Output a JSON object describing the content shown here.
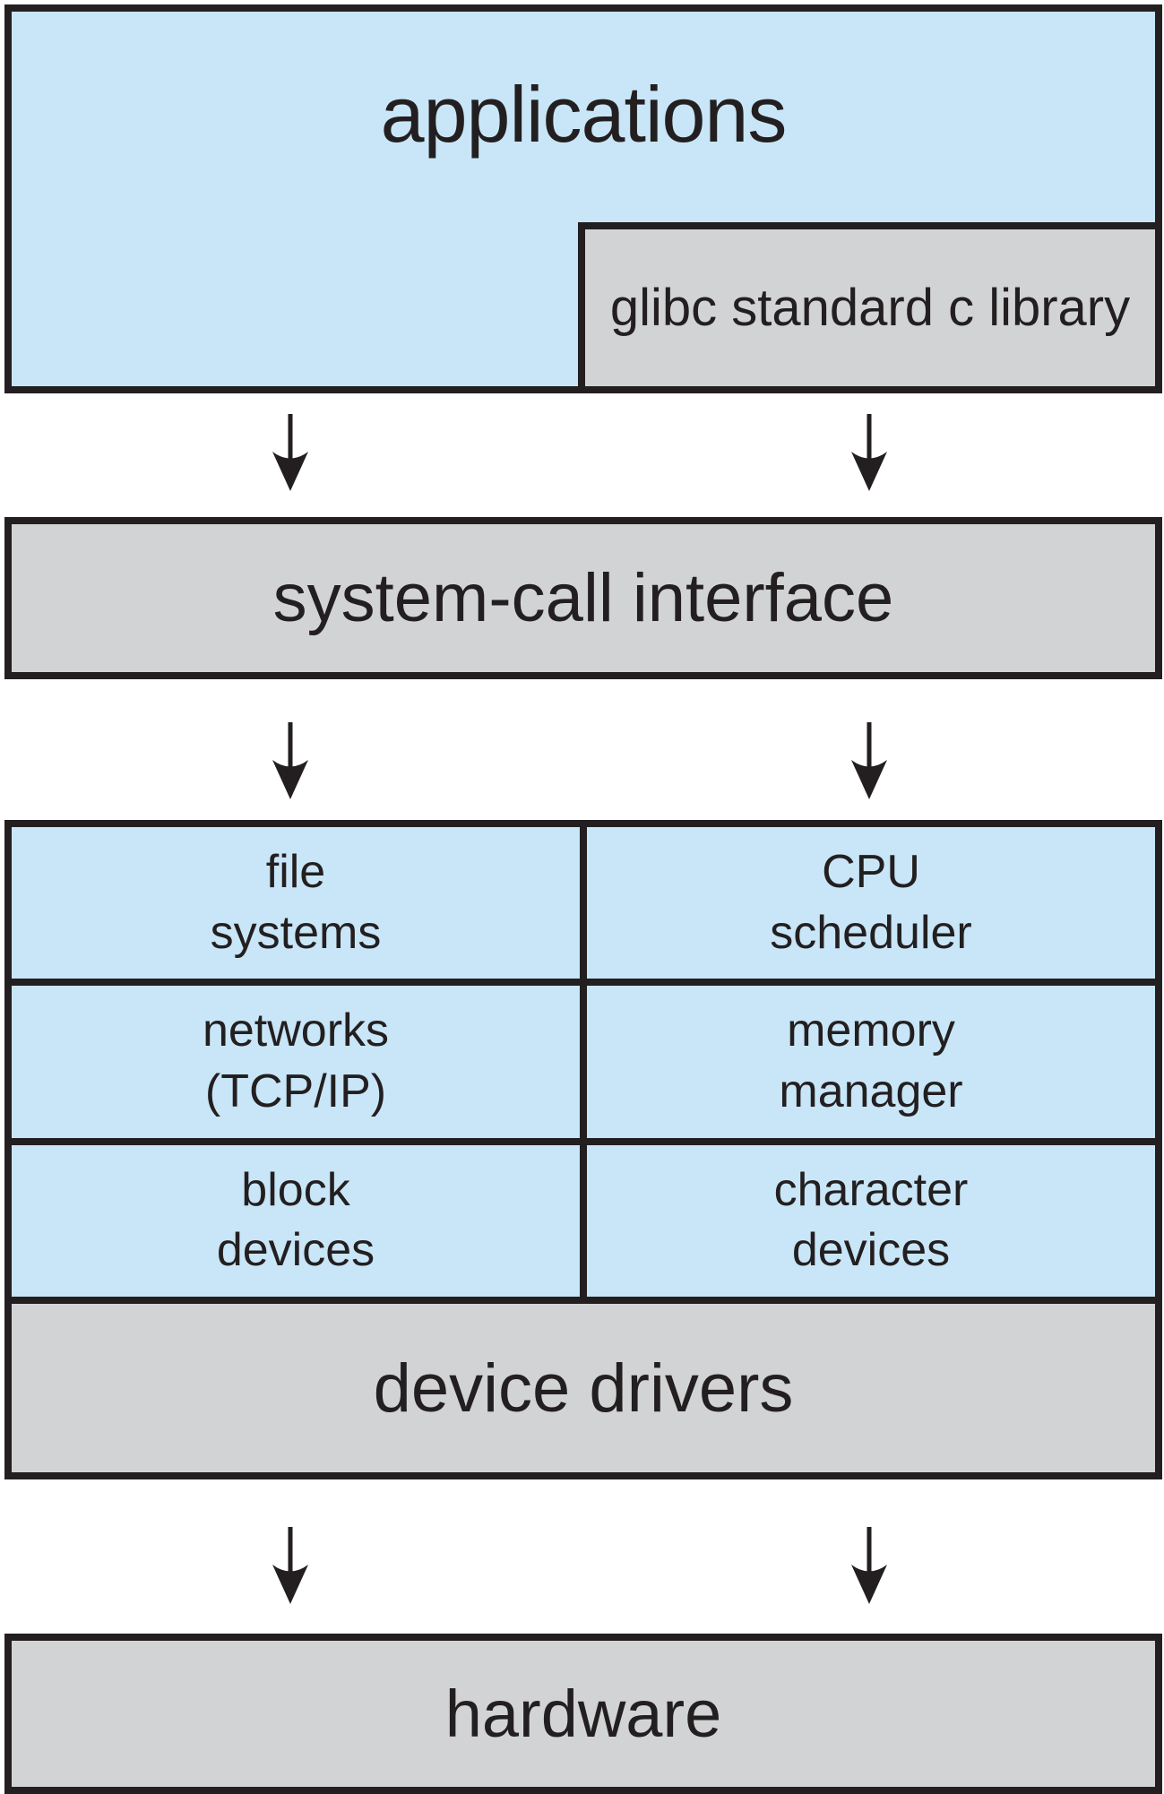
{
  "colors": {
    "box_blue": "#c8e6f7",
    "box_gray": "#d2d3d4",
    "line_black": "#231f20",
    "background": "#ffffff"
  },
  "boxes": {
    "applications": {
      "label": "applications"
    },
    "glibc": {
      "label": "glibc standard c library"
    },
    "system_call": {
      "label": "system-call interface"
    },
    "device_drivers": {
      "label": "device drivers"
    },
    "hardware": {
      "label": "hardware"
    }
  },
  "kernel_cells": [
    {
      "line1": "file",
      "line2": "systems"
    },
    {
      "line1": "CPU",
      "line2": "scheduler"
    },
    {
      "line1": "networks",
      "line2": "(TCP/IP)"
    },
    {
      "line1": "memory",
      "line2": "manager"
    },
    {
      "line1": "block",
      "line2": "devices"
    },
    {
      "line1": "character",
      "line2": "devices"
    }
  ],
  "arrows": {
    "count": 6,
    "direction": "down"
  }
}
